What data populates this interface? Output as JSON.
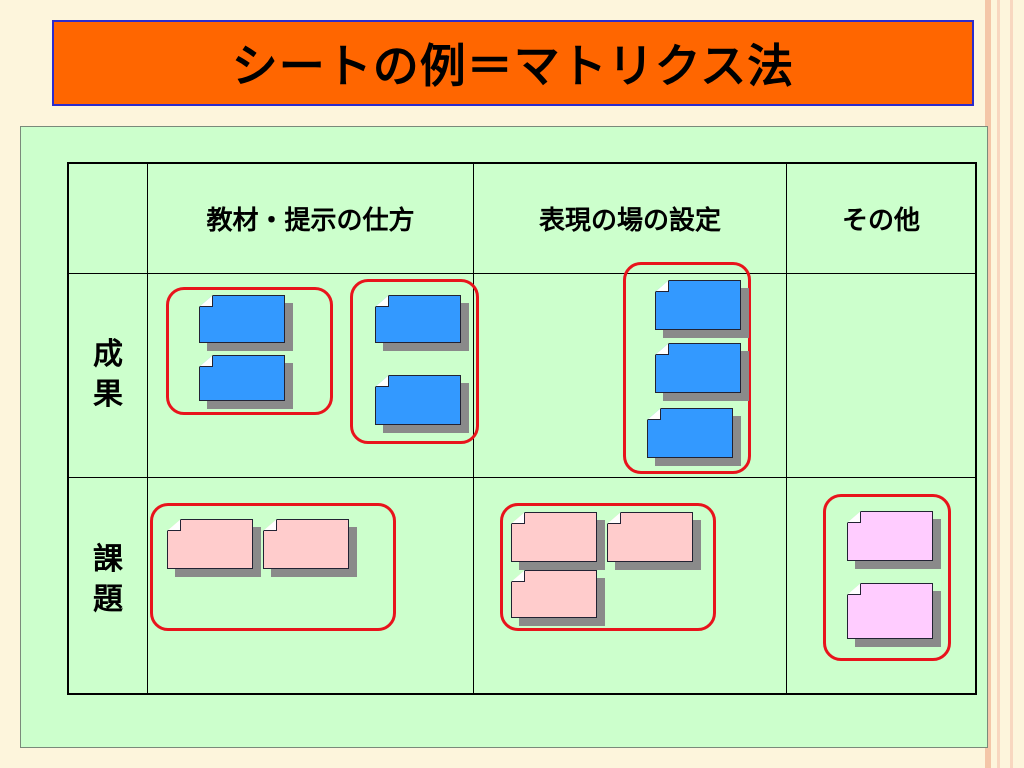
{
  "title": "シートの例＝マトリクス法",
  "matrix": {
    "columns": [
      "教材・提示の仕方",
      "表現の場の設定",
      "その他"
    ],
    "rows": [
      {
        "label_chars": [
          "成",
          "果"
        ]
      },
      {
        "label_chars": [
          "課",
          "題"
        ]
      }
    ]
  },
  "colors": {
    "title_bg": "#ff6600",
    "title_border": "#2c2ccc",
    "panel_bg": "#ccffcc",
    "group_border": "#e8141c",
    "card_blue": "#3399ff",
    "card_pink": "#ffcccc",
    "card_violet": "#ffccff"
  }
}
